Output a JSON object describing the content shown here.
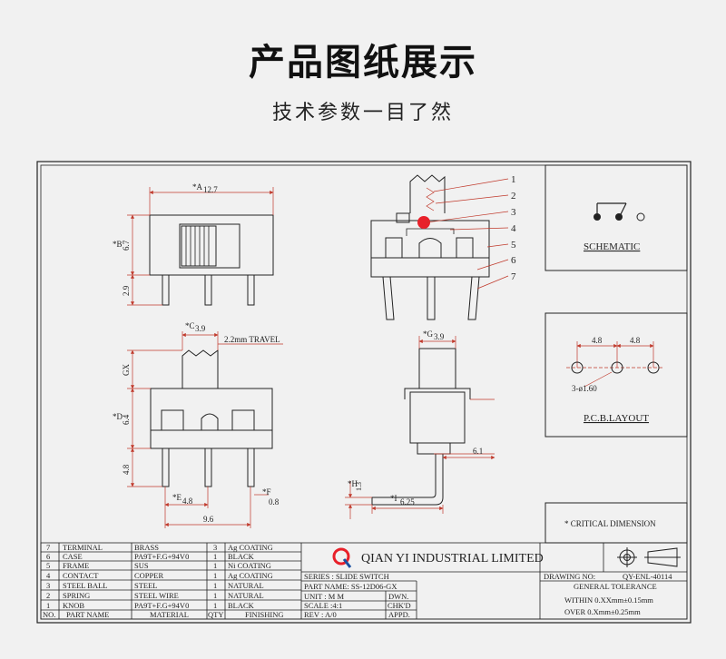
{
  "page": {
    "title": "产品图纸展示",
    "subtitle": "技术参数一目了然"
  },
  "views": {
    "top": {
      "dim_a": "*A",
      "dim_a_val": "12.7",
      "dim_b": "*B",
      "dim_b_val": "6.7",
      "dim_pin": "2.9"
    },
    "side": {
      "callouts": [
        "1",
        "2",
        "3",
        "4",
        "5",
        "6",
        "7"
      ],
      "red_dot_color": "#e8202a"
    },
    "front": {
      "dim_c": "*C",
      "dim_c_val": "3.9",
      "travel": "2.2mm TRAVEL",
      "dim_gx": "GX",
      "dim_d": "*D",
      "dim_d_val": "6.4",
      "dim_pin": "4.8",
      "dim_e": "*E",
      "dim_e_val": "4.8",
      "dim_f": "*F",
      "dim_f_val": "0.8",
      "dim_total": "9.6"
    },
    "profile": {
      "dim_g": "*G",
      "dim_g_val": "3.9",
      "dim_61": "6.1",
      "dim_h": "*H",
      "dim_h_val": "1.3",
      "dim_i": "*I",
      "dim_i_val": "6.25"
    }
  },
  "schematic": {
    "label": "SCHEMATIC"
  },
  "pcb": {
    "pitch1": "4.8",
    "pitch2": "4.8",
    "hole": "3-ø1.60",
    "label": "P.C.B.LAYOUT"
  },
  "critical": {
    "label": "* CRITICAL  DIMENSION"
  },
  "bom": {
    "rows": [
      {
        "no": "7",
        "name": "TERMINAL",
        "material": "BRASS",
        "qty": "3",
        "finish": "Ag COATING"
      },
      {
        "no": "6",
        "name": "CASE",
        "material": "PA9T+F.G+94V0",
        "qty": "1",
        "finish": "BLACK"
      },
      {
        "no": "5",
        "name": "FRAME",
        "material": "SUS",
        "qty": "1",
        "finish": "Ni COATING"
      },
      {
        "no": "4",
        "name": "CONTACT",
        "material": "COPPER",
        "qty": "1",
        "finish": "Ag COATING"
      },
      {
        "no": "3",
        "name": "STEEL BALL",
        "material": "STEEL",
        "qty": "1",
        "finish": "NATURAL"
      },
      {
        "no": "2",
        "name": "SPRING",
        "material": "STEEL WIRE",
        "qty": "1",
        "finish": "NATURAL"
      },
      {
        "no": "1",
        "name": "KNOB",
        "material": "PA9T+F.G+94V0",
        "qty": "1",
        "finish": "BLACK"
      }
    ],
    "header": {
      "no": "NO.",
      "name": "PART NAME",
      "material": "MATERIAL",
      "qty": "QTY",
      "finish": "FINISHING"
    }
  },
  "titleblock": {
    "logo_letter": "Q",
    "logo_color": "#e8202a",
    "company": "QIAN  YI  INDUSTRIAL  LIMITED",
    "series": "SERIES : SLIDE SWITCH",
    "part_name": "PART NAME: SS-12D06-GX",
    "unit": "UNIT  : M M",
    "scale": "SCALE :4:1",
    "rev": "REV   : A/0",
    "dwn": "DWN.",
    "chkd": "CHK'D",
    "appd": "APPD.",
    "drawing_no_label": "DRAWING NO:",
    "drawing_no": "QY-ENL-40114",
    "tolerance_label": "GENERAL TOLERANCE",
    "within": "WITHIN 0.XXmm±0.15mm",
    "over": "OVER   0.Xmm±0.25mm"
  }
}
